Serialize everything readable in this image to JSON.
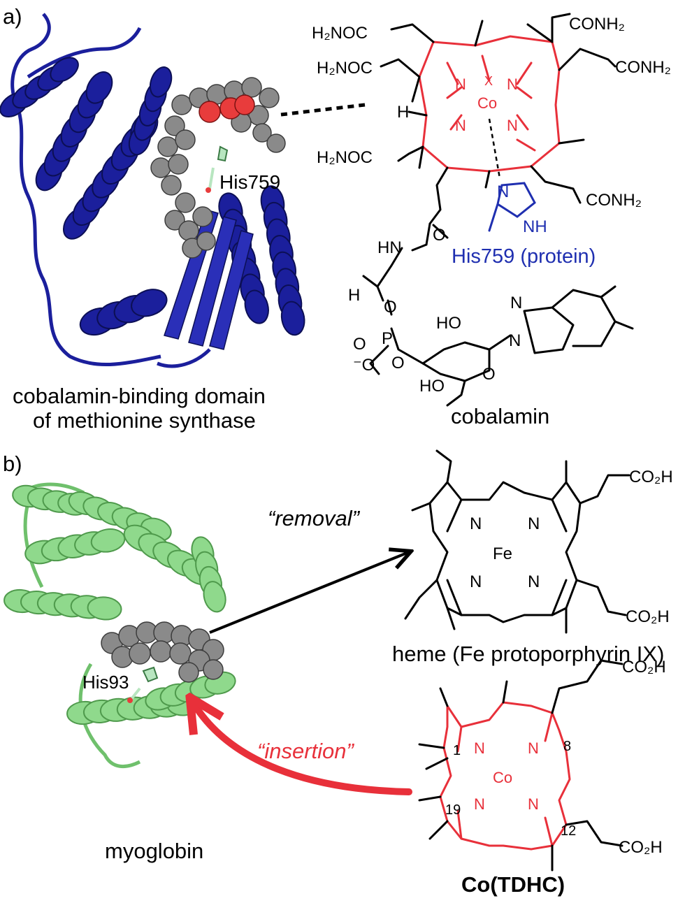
{
  "panel_a": {
    "label": "a)",
    "protein_caption_line1": "cobalamin-binding domain",
    "protein_caption_line2": "of methionine synthase",
    "his_label": "His759",
    "molecule_caption": "cobalamin",
    "his_protein_label": "His759 (protein)",
    "groups": {
      "acetamide": "H₂NOC",
      "propionamide": "CONH₂",
      "co": "Co",
      "x": "X",
      "n": "N",
      "h": "H",
      "nh": "NH",
      "hn": "HN",
      "o": "O",
      "p": "P",
      "ho": "HO",
      "o_minus": "⁻O"
    }
  },
  "panel_b": {
    "label": "b)",
    "protein_caption": "myoglobin",
    "his_label": "His93",
    "removal": "“removal”",
    "insertion": "“insertion”",
    "heme_caption": "heme (Fe protoporphyrin IX)",
    "codhc_caption": "Co(TDHC)",
    "groups": {
      "co2h": "CO₂H",
      "fe": "Fe",
      "co": "Co",
      "n": "N",
      "n1": "1",
      "n8": "8",
      "n12": "12",
      "n19": "19"
    }
  },
  "colors": {
    "protein_a": "#1b1f9c",
    "protein_b": "#8fd98c",
    "porphyrin_red": "#e8303a",
    "histidine_blue": "#1f2fb0",
    "heme_spheres": "#8a8a8a"
  }
}
